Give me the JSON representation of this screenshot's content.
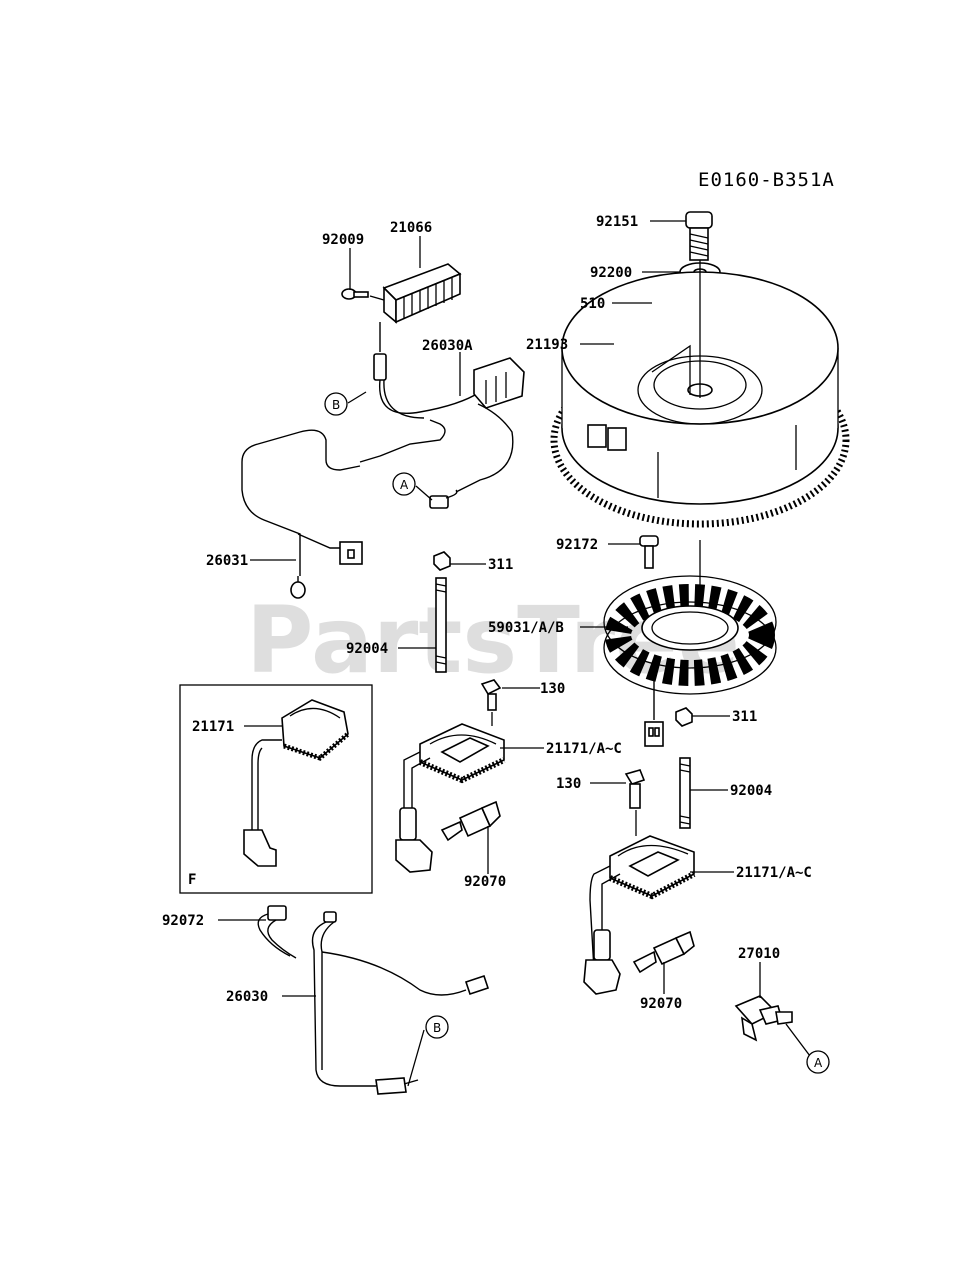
{
  "diagram_code": "E0160-B351A",
  "watermark": "PartsTree",
  "labels": {
    "l92151": "92151",
    "l92200": "92200",
    "l510": "510",
    "l21193": "21193",
    "l92009": "92009",
    "l21066": "21066",
    "l26030A": "26030A",
    "l26031": "26031",
    "l92172": "92172",
    "l311a": "311",
    "l59031": "59031/A/B",
    "l92004a": "92004",
    "l130a": "130",
    "l21171": "21171",
    "l21171b": "21171/A~C",
    "l311b": "311",
    "l130b": "130",
    "l92004b": "92004",
    "l92070a": "92070",
    "l21171c": "21171/A~C",
    "l92072": "92072",
    "l26030": "26030",
    "l27010": "27010",
    "l92070b": "92070",
    "boxF": "F"
  },
  "callouts": {
    "A1": "A",
    "B1": "B",
    "B2": "B",
    "A2": "A"
  }
}
